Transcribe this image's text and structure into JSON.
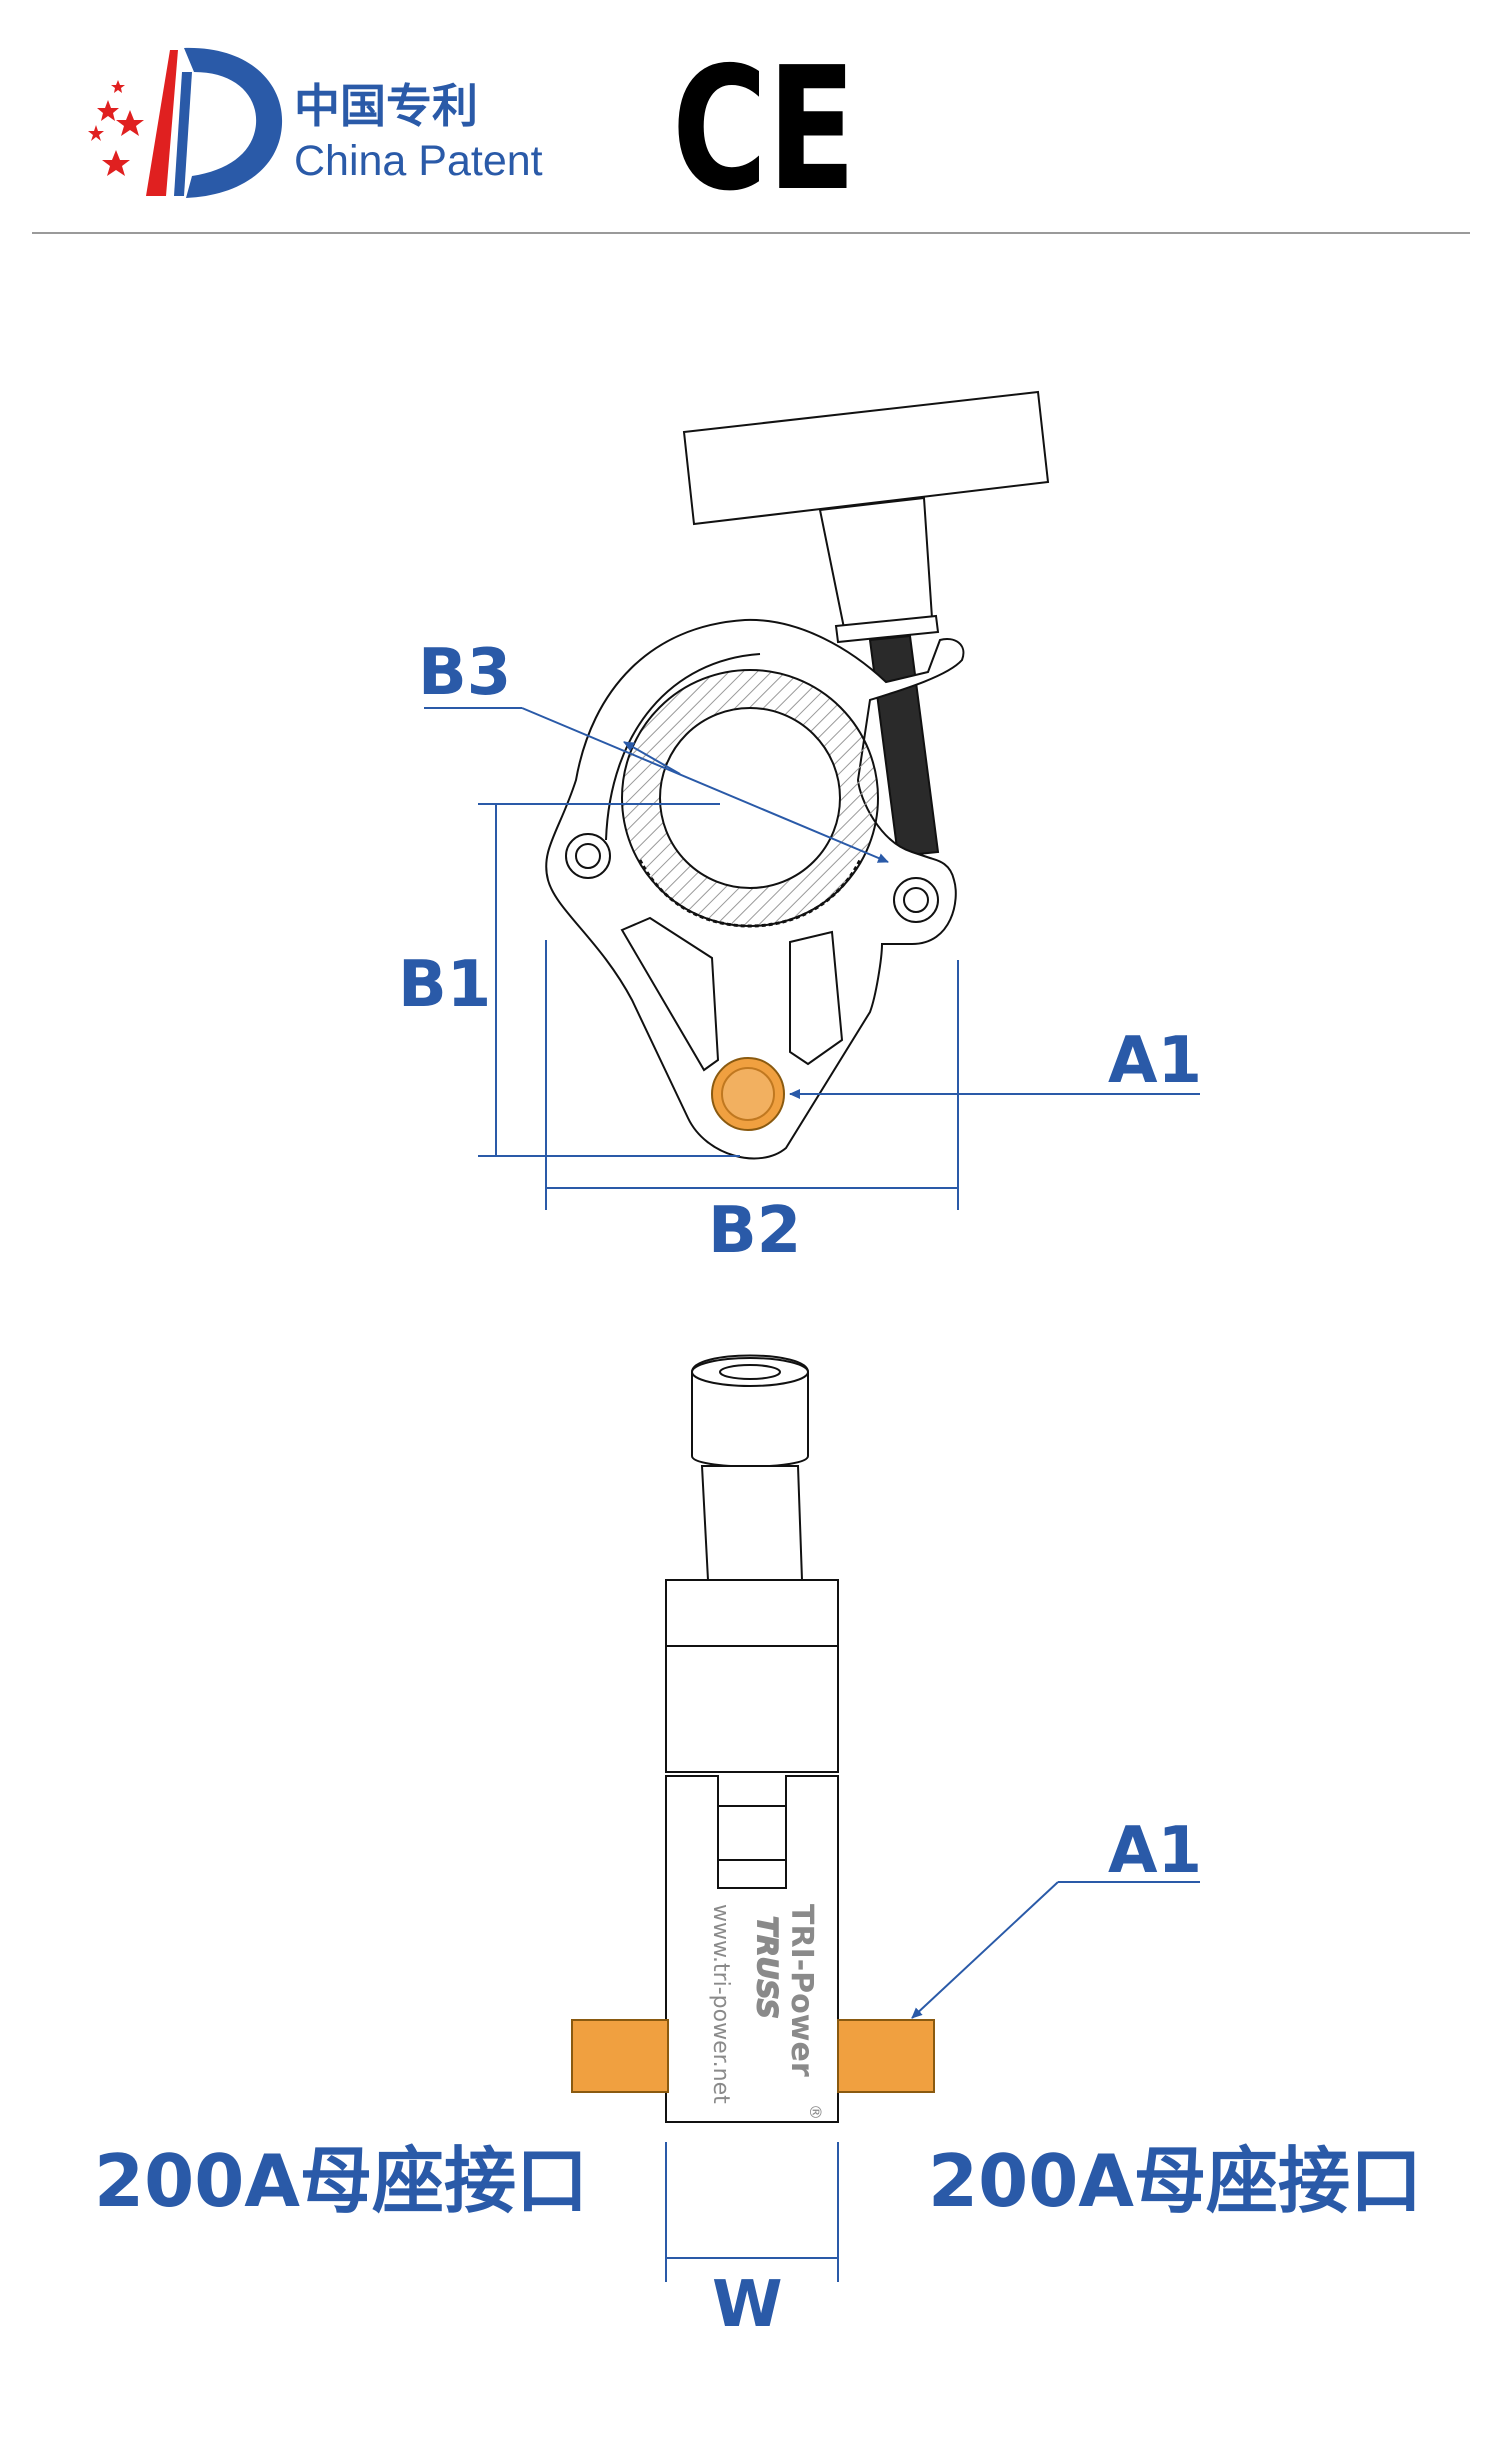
{
  "header": {
    "patent_cn": "中国专利",
    "patent_en": "China Patent",
    "ce_mark": "CE"
  },
  "top_view": {
    "labels": {
      "b3": "B3",
      "b1": "B1",
      "b2": "B2",
      "a1": "A1"
    }
  },
  "front_view": {
    "labels": {
      "a1": "A1",
      "w": "W"
    },
    "connector_left": "200A母座接口",
    "connector_right": "200A母座接口",
    "brand": "TRI-Power",
    "brand_sub": "TRUSS",
    "website": "www.tri-power.net",
    "registered": "®"
  },
  "colors": {
    "label_blue": "#2a5aa8",
    "connector_orange": "#f0a040",
    "star_red": "#e02020",
    "line_black": "#111111"
  }
}
